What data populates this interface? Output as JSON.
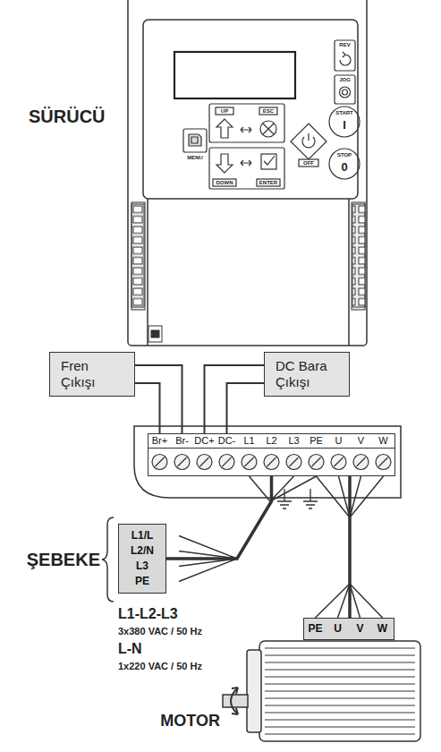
{
  "diagram": {
    "nodes": [
      {
        "text": [
          "Fren Çıkışı"
        ]
      },
      {
        "text": [
          "DC Bara Çıkışı"
        ]
      },
      {
        "text": [
          "Br+",
          "Br-",
          "DC+",
          "DC-",
          "L1",
          "L2",
          "L3",
          "PE",
          "U",
          "V",
          "W"
        ]
      },
      {
        "text": [
          "L1/L",
          "L2/N",
          "L3",
          "PE"
        ]
      },
      {
        "text": [
          "PE",
          "U",
          "V",
          "W"
        ]
      }
    ],
    "edges": [
      {
        "from": 0,
        "to": 2,
        "arrow": "none"
      },
      {
        "from": 0,
        "to": 2,
        "arrow": "none"
      },
      {
        "from": 1,
        "to": 2,
        "arrow": "none"
      },
      {
        "from": 1,
        "to": 2,
        "arrow": "none"
      },
      {
        "from": 3,
        "to": 2,
        "arrow": "none"
      },
      {
        "from": 2,
        "to": 4,
        "arrow": "none"
      }
    ],
    "labels": [
      "SÜRÜCÜ",
      "REV",
      "JOG",
      "UP",
      "ESC",
      "MENU",
      "DOWN",
      "ENTER",
      "START",
      "I",
      "OFF",
      "STOP",
      "0",
      "ŞEBEKE",
      "L1-L2-L3",
      "3x380 VAC / 50 Hz",
      "L-N",
      "1x220 VAC / 50 Hz",
      "MOTOR"
    ]
  }
}
